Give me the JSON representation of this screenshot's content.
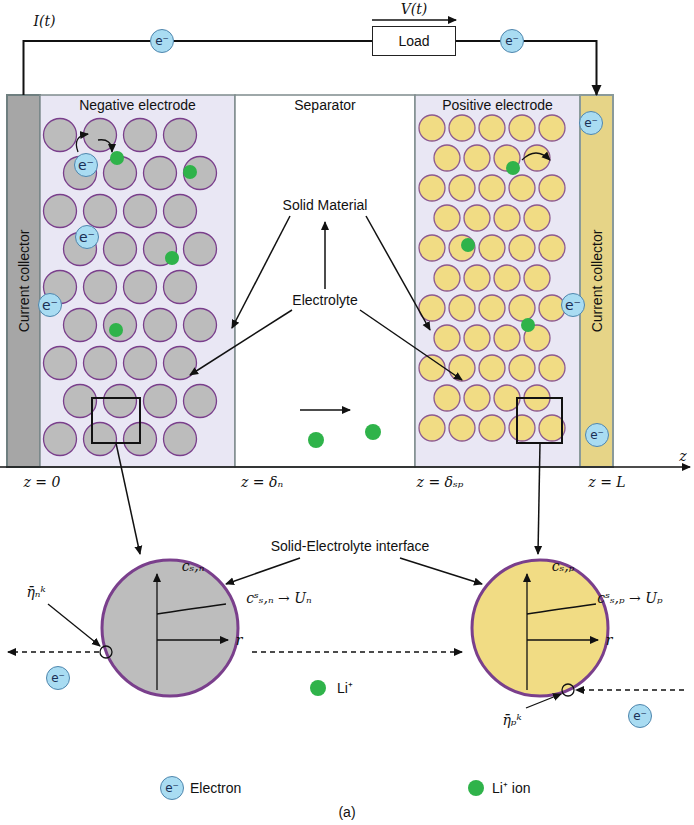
{
  "diagram": {
    "caption": "(a)",
    "nodes": [
      {
        "text": [
          "Current collector"
        ]
      },
      {
        "text": [
          "Negative electrode"
        ]
      },
      {
        "text": [
          "Separator"
        ]
      },
      {
        "text": [
          "Positive electrode"
        ]
      },
      {
        "text": [
          "Current collector"
        ]
      },
      {
        "text": [
          "Load"
        ]
      },
      {
        "text": [
          "e⁻"
        ]
      },
      {
        "text": [
          "e⁻"
        ]
      },
      {
        "text": [
          "e⁻"
        ]
      },
      {
        "text": [
          "e⁻"
        ],
        "in": 1
      },
      {
        "text": [
          "e⁻"
        ],
        "in": 1
      },
      {
        "text": [
          "e⁻"
        ],
        "in": 1
      },
      {
        "text": [
          "e⁻"
        ],
        "in": 3
      },
      {
        "text": [
          "e⁻"
        ]
      },
      {
        "text": [
          "e⁻"
        ]
      },
      {
        "text": [
          "e⁻"
        ]
      },
      {
        "text": [
          "e⁻"
        ]
      }
    ],
    "edges": [
      {
        "from": 0,
        "to": 5,
        "arrow": "none",
        "label": "I(t)"
      },
      {
        "from": 5,
        "to": 4,
        "arrow": "to"
      }
    ],
    "labels": [
      "V(t)",
      "Solid Material",
      "Electrolyte",
      "z = 0",
      "z = δₙ",
      "z = δₛₚ",
      "z = L",
      "z",
      "Solid-Electrolyte interface",
      "cₛ,ₙ",
      "cˢₛ,ₙ → Uₙ",
      "η̄ₙᵏ",
      "r",
      "Li⁺",
      "cₛ,ₚ",
      "cˢₛ,ₚ → Uₚ",
      "η̄ₚᵏ",
      "r"
    ],
    "legend": [
      {
        "text": "Electron"
      },
      {
        "text": "Li⁺ ion",
        "color": "#2fb34a"
      }
    ]
  }
}
